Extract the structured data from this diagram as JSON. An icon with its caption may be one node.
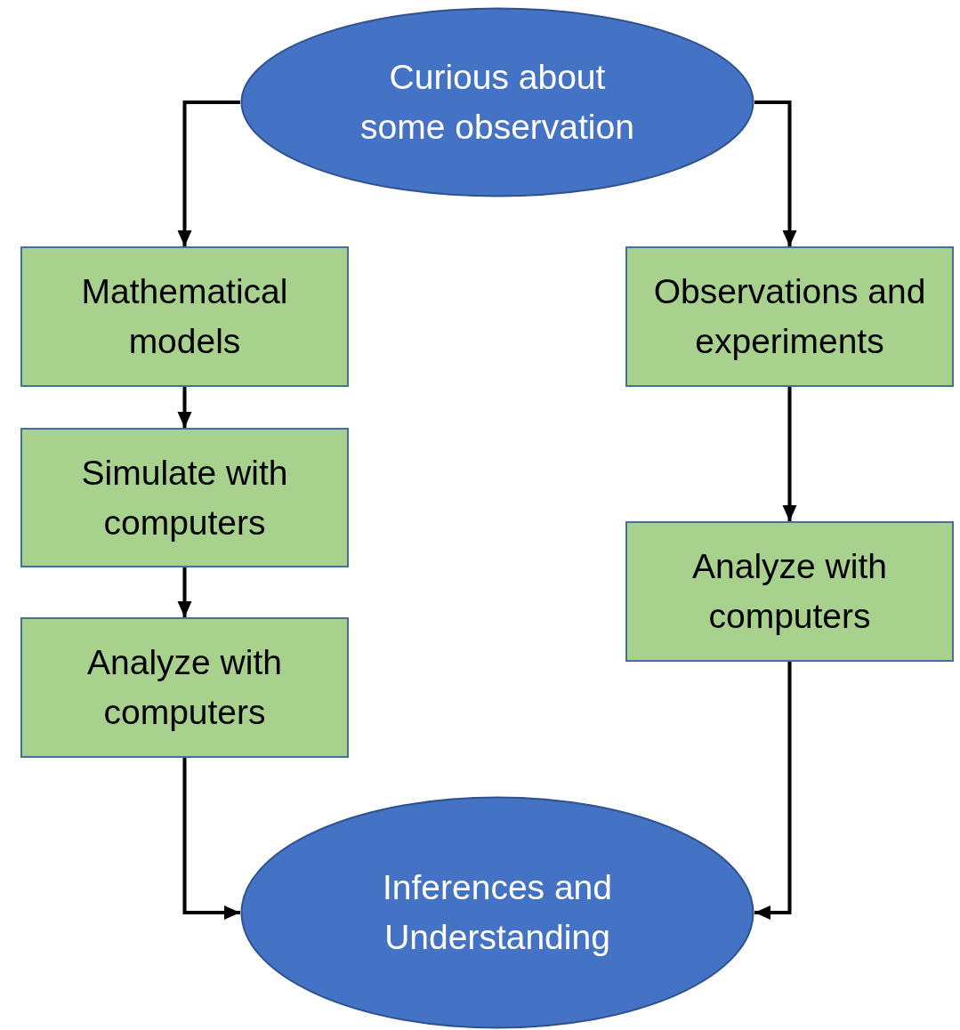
{
  "diagram": {
    "nodes": [
      {
        "text": [
          "Curious about some observation"
        ]
      },
      {
        "text": [
          "Mathematical models"
        ]
      },
      {
        "text": [
          "Observations and experiments"
        ]
      },
      {
        "text": [
          "Simulate with computers"
        ]
      },
      {
        "text": [
          "Analyze with computers"
        ]
      },
      {
        "text": [
          "Analyze with computers"
        ]
      },
      {
        "text": [
          "Inferences and Understanding"
        ]
      }
    ],
    "edges": [
      {
        "from": 0,
        "to": 1,
        "arrow": "to"
      },
      {
        "from": 0,
        "to": 2,
        "arrow": "to"
      },
      {
        "from": 1,
        "to": 3,
        "arrow": "to"
      },
      {
        "from": 2,
        "to": 5,
        "arrow": "to"
      },
      {
        "from": 3,
        "to": 4,
        "arrow": "to"
      },
      {
        "from": 4,
        "to": 6,
        "arrow": "to"
      },
      {
        "from": 5,
        "to": 6,
        "arrow": "to"
      }
    ]
  }
}
